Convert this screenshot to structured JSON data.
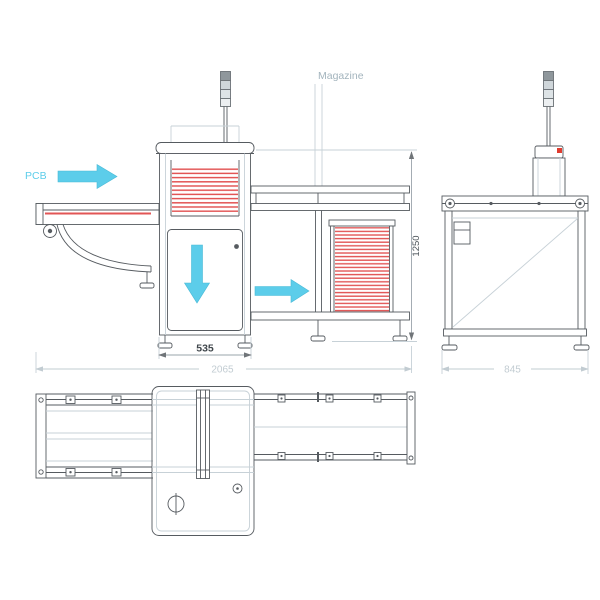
{
  "diagram": {
    "labels": {
      "pcb": "PCB",
      "magazine": "Magazine"
    },
    "dimensions": {
      "cabinet_width": "535",
      "total_width": "2065",
      "total_height": "1250",
      "depth": "845"
    },
    "colors": {
      "line": "#565b60",
      "light_line": "#c7d1d7",
      "dimension_light": "#c2ccd2",
      "pcb_red": "#e25555",
      "arrow_cyan": "#5ccdea",
      "label_gray": "#a3b4bd",
      "alarm_red": "#e03c2f"
    }
  }
}
